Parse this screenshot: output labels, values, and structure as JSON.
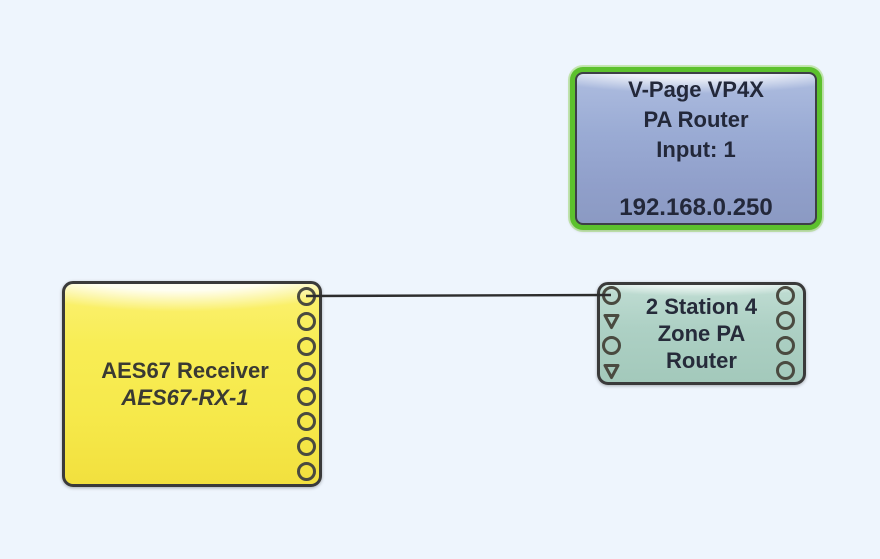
{
  "canvas": {
    "background_color": "#eef5fd"
  },
  "nodes": {
    "vpage": {
      "line1": "V-Page VP4X",
      "line2": "PA Router",
      "line3": "Input: 1",
      "ip": "192.168.0.250",
      "selected_border_color": "#5cc12d",
      "fill_color": "#95a6cd"
    },
    "aes67": {
      "title": "AES67 Receiver",
      "subtitle": "AES67-RX-1",
      "fill_color": "#f7eb4e",
      "ports_right": [
        "circle",
        "circle",
        "circle",
        "circle",
        "circle",
        "circle",
        "circle",
        "circle"
      ]
    },
    "pa_router": {
      "line1": "2 Station 4",
      "line2": "Zone PA",
      "line3": "Router",
      "fill_color": "#abd1c5",
      "ports_left": [
        "circle",
        "triangle",
        "circle",
        "triangle"
      ],
      "ports_right": [
        "circle",
        "circle",
        "circle",
        "circle"
      ]
    }
  },
  "connection": {
    "from": "aes67 output 1",
    "to": "pa_router input 1",
    "color": "#2d2d2d"
  }
}
